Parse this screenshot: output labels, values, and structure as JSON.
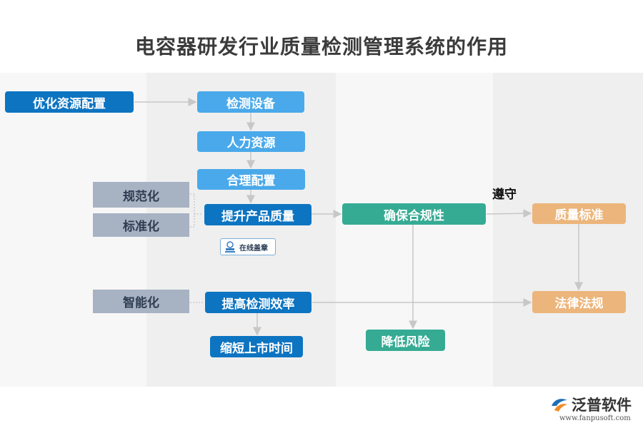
{
  "title": "电容器研发行业质量检测管理系统的作用",
  "nodes": {
    "optimize": "优化资源配置",
    "equipment": "检测设备",
    "human": "人力资源",
    "allocation": "合理配置",
    "improve_quality": "提升产品质量",
    "standardize": "规范化",
    "normalize": "标准化",
    "intelligent": "智能化",
    "improve_efficiency": "提高检测效率",
    "shorten_time": "缩短上市时间",
    "compliance": "确保合规性",
    "reduce_risk": "降低风险",
    "quality_standard": "质量标准",
    "laws": "法律法规",
    "comply": "遵守"
  },
  "stamp": {
    "label": "在线盖章",
    "icon": "seal-icon"
  },
  "logo": {
    "name": "泛普软件",
    "url": "www.fanpusoft.com",
    "icon": "fanpu-logo-icon"
  },
  "colors": {
    "blue_dark": "#0d74c1",
    "blue_light": "#4aa9ea",
    "gray": "#a7b2c3",
    "teal": "#36ab94",
    "orange": "#ecb57b"
  }
}
